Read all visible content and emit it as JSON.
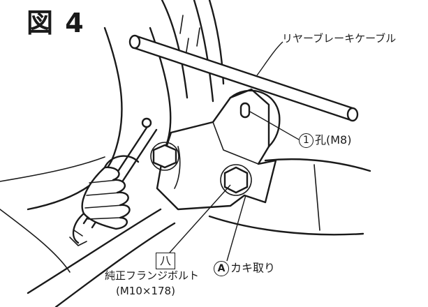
{
  "figure": {
    "title": "図 4"
  },
  "labels": {
    "cable": "リヤーブレーキケーブル",
    "hole_number": "1",
    "hole_text": "孔(M8)",
    "bolt_mark": "八",
    "bolt_name": "純正フランジボルト",
    "bolt_size": "(M10×178)",
    "crimp_mark": "A",
    "crimp_text": "カキ取り"
  },
  "colors": {
    "ink": "#1a1a1a",
    "background": "#ffffff"
  }
}
